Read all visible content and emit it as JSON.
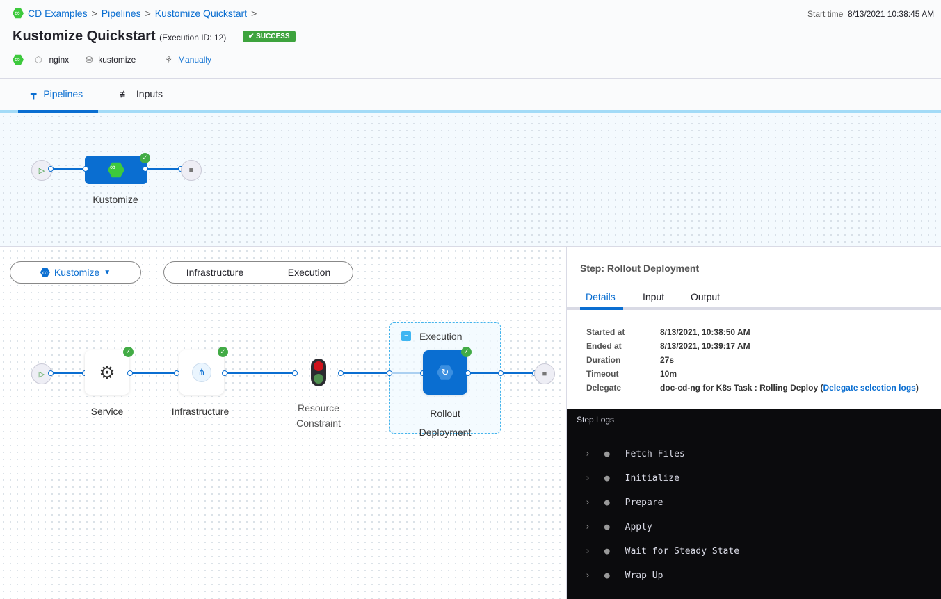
{
  "breadcrumb": [
    "CD Examples",
    "Pipelines",
    "Kustomize Quickstart"
  ],
  "start_time_label": "Start time",
  "start_time": "8/13/2021 10:38:45 AM",
  "title": "Kustomize Quickstart",
  "execution_id": "(Execution ID: 12)",
  "status": "SUCCESS",
  "meta": {
    "service": "nginx",
    "environment": "kustomize",
    "trigger": "Manually"
  },
  "tabs": [
    "Pipelines",
    "Inputs"
  ],
  "stage": {
    "name": "Kustomize"
  },
  "stage_select": "Kustomize",
  "view_toggle": [
    "Infrastructure",
    "Execution"
  ],
  "steps": [
    "Service",
    "Infrastructure",
    "Resource Constraint",
    "Rollout Deployment"
  ],
  "execution_group": "Execution",
  "panel": {
    "title": "Step: Rollout Deployment",
    "tabs": [
      "Details",
      "Input",
      "Output"
    ],
    "details": [
      {
        "k": "Started at",
        "v": "8/13/2021, 10:38:50 AM"
      },
      {
        "k": "Ended at",
        "v": "8/13/2021, 10:39:17 AM"
      },
      {
        "k": "Duration",
        "v": "27s"
      },
      {
        "k": "Timeout",
        "v": "10m"
      }
    ],
    "delegate_label": "Delegate",
    "delegate_value": "doc-cd-ng for K8s Task : Rolling Deploy (",
    "delegate_link": "Delegate selection logs",
    "delegate_close": ")"
  },
  "logs": {
    "title": "Step Logs",
    "items": [
      "Fetch Files",
      "Initialize",
      "Prepare",
      "Apply",
      "Wait for Steady State",
      "Wrap Up"
    ]
  },
  "colors": {
    "accent": "#0a6ed1",
    "success": "#42ab45"
  }
}
